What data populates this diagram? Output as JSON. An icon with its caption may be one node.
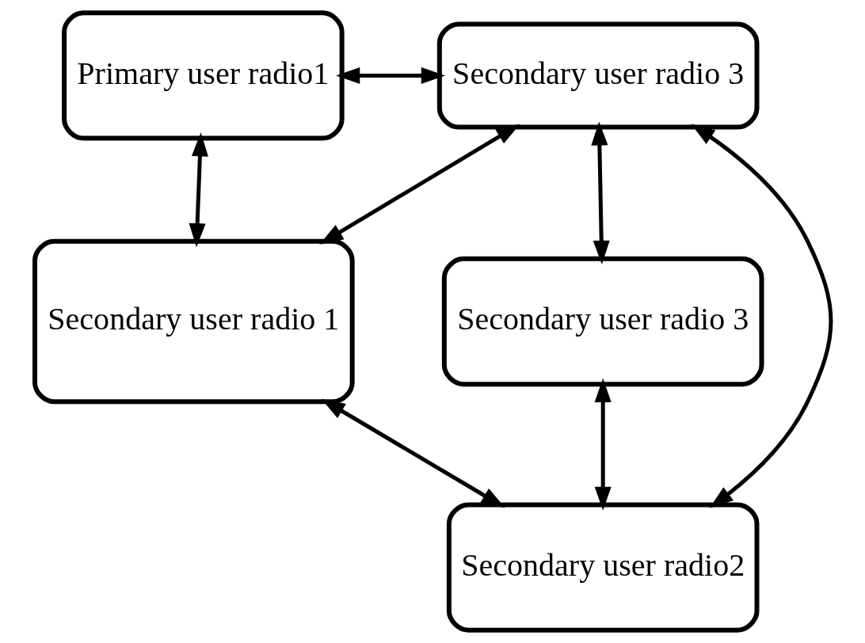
{
  "diagram": {
    "nodes": [
      {
        "text": [
          "Primary user radio1"
        ]
      },
      {
        "text": [
          "Secondary user radio 3"
        ]
      },
      {
        "text": [
          "Secondary user radio 1"
        ]
      },
      {
        "text": [
          "Secondary user radio 3"
        ]
      },
      {
        "text": [
          "Secondary user radio2"
        ]
      }
    ],
    "edges": [
      {
        "from": 0,
        "to": 1,
        "arrow": "both"
      },
      {
        "from": 0,
        "to": 2,
        "arrow": "both"
      },
      {
        "from": 1,
        "to": 2,
        "arrow": "both"
      },
      {
        "from": 1,
        "to": 4,
        "arrow": "both"
      },
      {
        "from": 1,
        "to": 3,
        "arrow": "both"
      },
      {
        "from": 2,
        "to": 4,
        "arrow": "both"
      },
      {
        "from": 3,
        "to": 4,
        "arrow": "both"
      }
    ]
  }
}
